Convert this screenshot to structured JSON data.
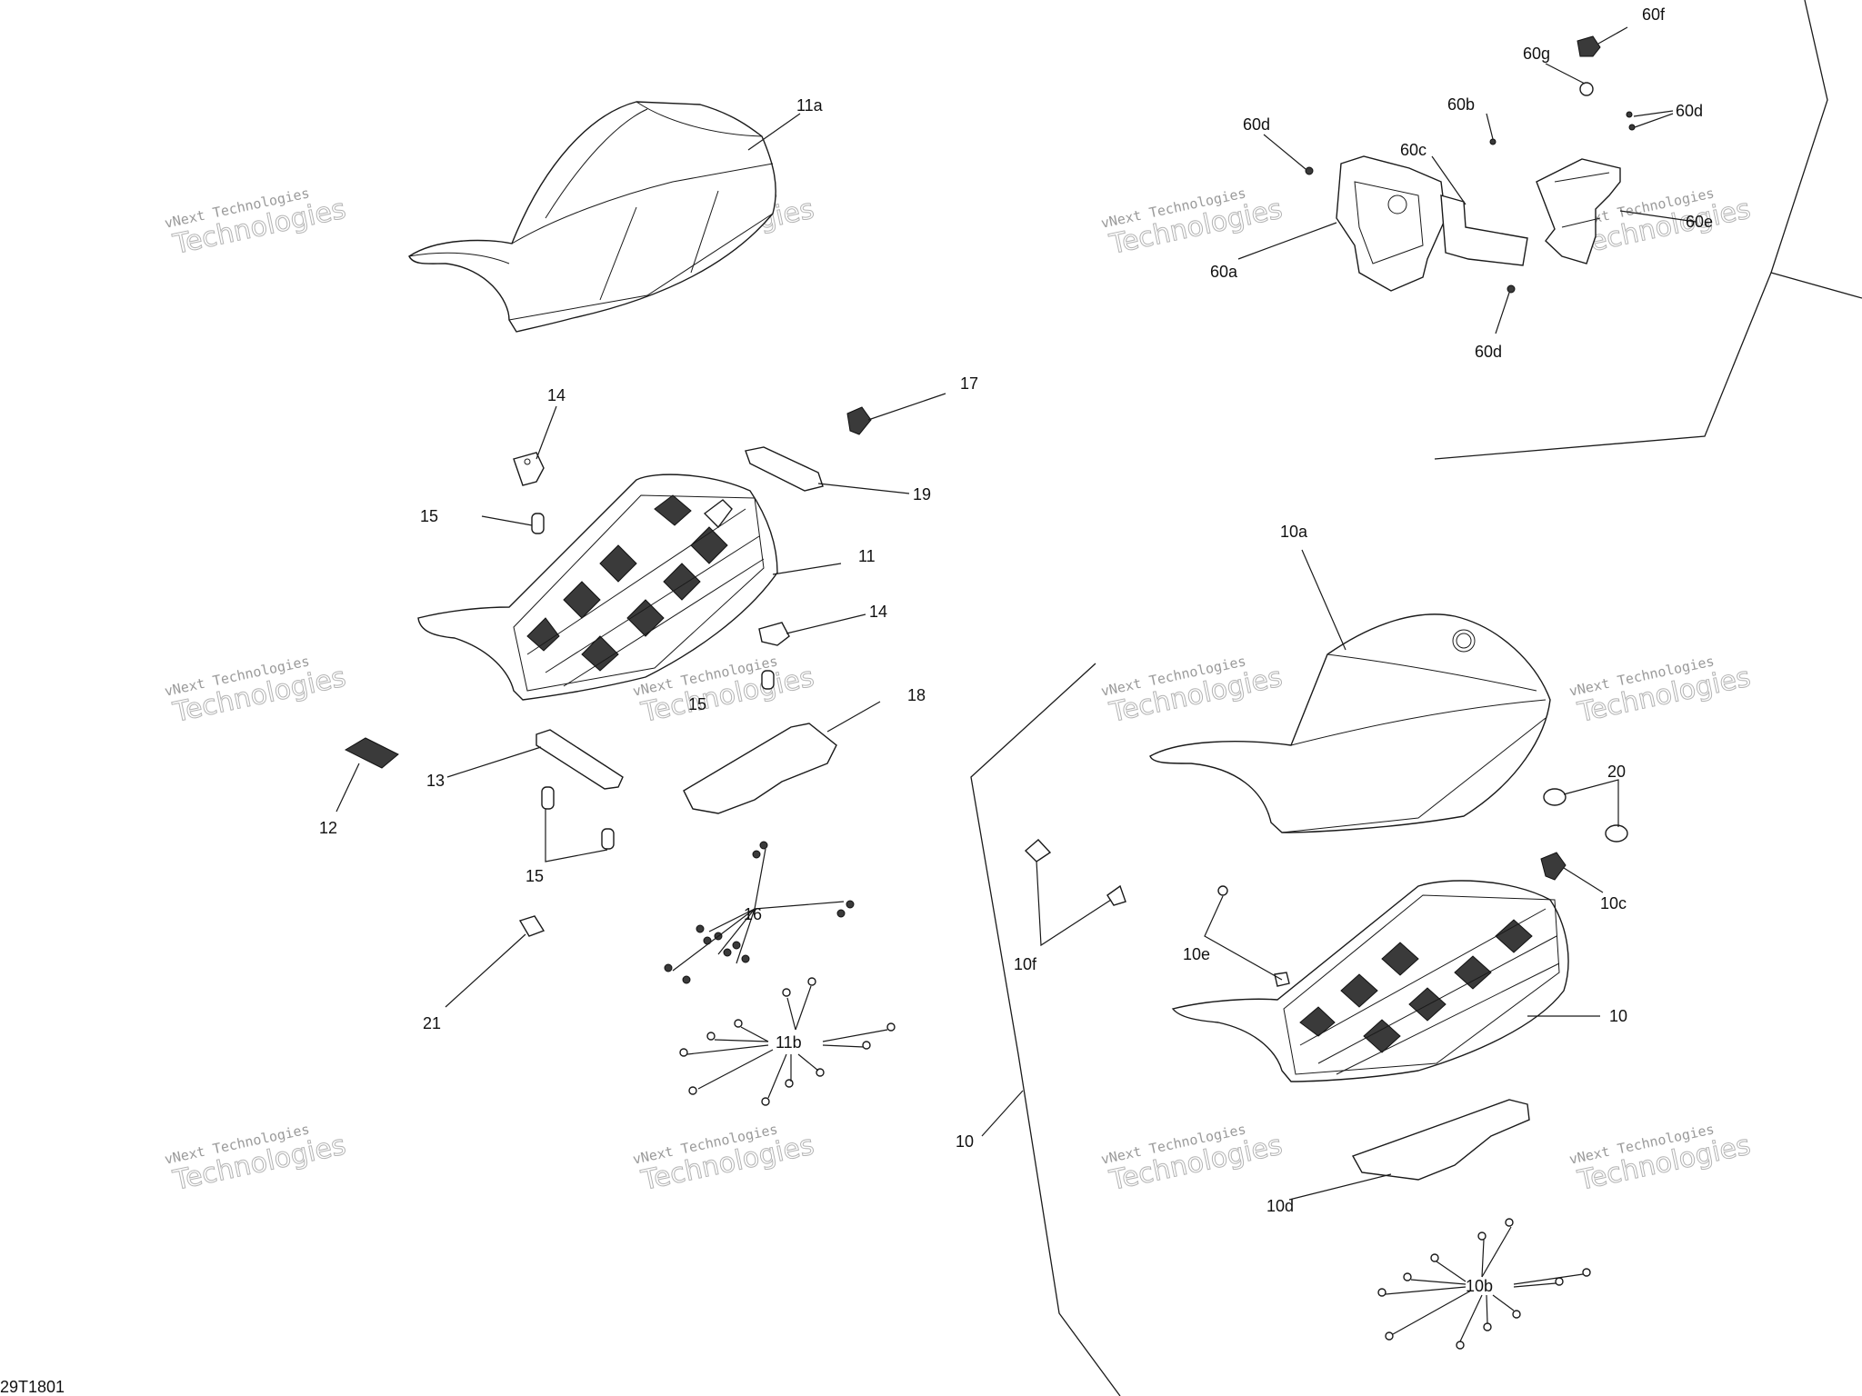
{
  "diagram": {
    "code": "29T1801",
    "watermark": {
      "line1": "vNext Technologies",
      "line2": "Technologies"
    },
    "callouts": {
      "c11a": "11a",
      "c14top": "14",
      "c17": "17",
      "c15top": "15",
      "c19": "19",
      "c11": "11",
      "c14mid": "14",
      "c15mid": "15",
      "c18": "18",
      "c12": "12",
      "c13": "13",
      "c15bot": "15",
      "c16": "16",
      "c21": "21",
      "c11b": "11b",
      "c10left": "10",
      "c60f": "60f",
      "c60g": "60g",
      "c60b": "60b",
      "c60dtr": "60d",
      "c60dtl": "60d",
      "c60c": "60c",
      "c60e": "60e",
      "c60a": "60a",
      "c60dbot": "60d",
      "c10a": "10a",
      "c20": "20",
      "c10c": "10c",
      "c10e": "10e",
      "c10f": "10f",
      "c10": "10",
      "c10d": "10d",
      "c10b": "10b"
    }
  }
}
